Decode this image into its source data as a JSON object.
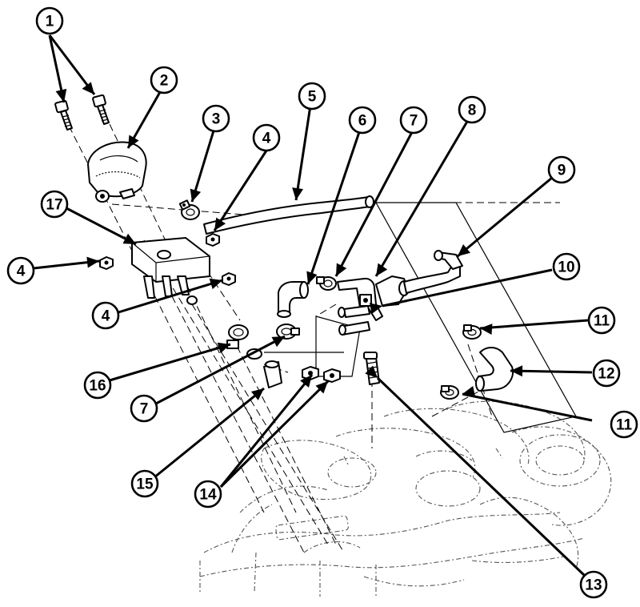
{
  "callouts": [
    {
      "id": "c1",
      "label": "1"
    },
    {
      "id": "c2",
      "label": "2"
    },
    {
      "id": "c3",
      "label": "3"
    },
    {
      "id": "c4a",
      "label": "4"
    },
    {
      "id": "c5",
      "label": "5"
    },
    {
      "id": "c6",
      "label": "6"
    },
    {
      "id": "c7a",
      "label": "7"
    },
    {
      "id": "c8",
      "label": "8"
    },
    {
      "id": "c9",
      "label": "9"
    },
    {
      "id": "c17",
      "label": "17"
    },
    {
      "id": "c4b",
      "label": "4"
    },
    {
      "id": "c10",
      "label": "10"
    },
    {
      "id": "c4c",
      "label": "4"
    },
    {
      "id": "c11a",
      "label": "11"
    },
    {
      "id": "c16",
      "label": "16"
    },
    {
      "id": "c12",
      "label": "12"
    },
    {
      "id": "c11b",
      "label": "11"
    },
    {
      "id": "c7b",
      "label": "7"
    },
    {
      "id": "c15",
      "label": "15"
    },
    {
      "id": "c14",
      "label": "14"
    },
    {
      "id": "c13",
      "label": "13"
    }
  ]
}
